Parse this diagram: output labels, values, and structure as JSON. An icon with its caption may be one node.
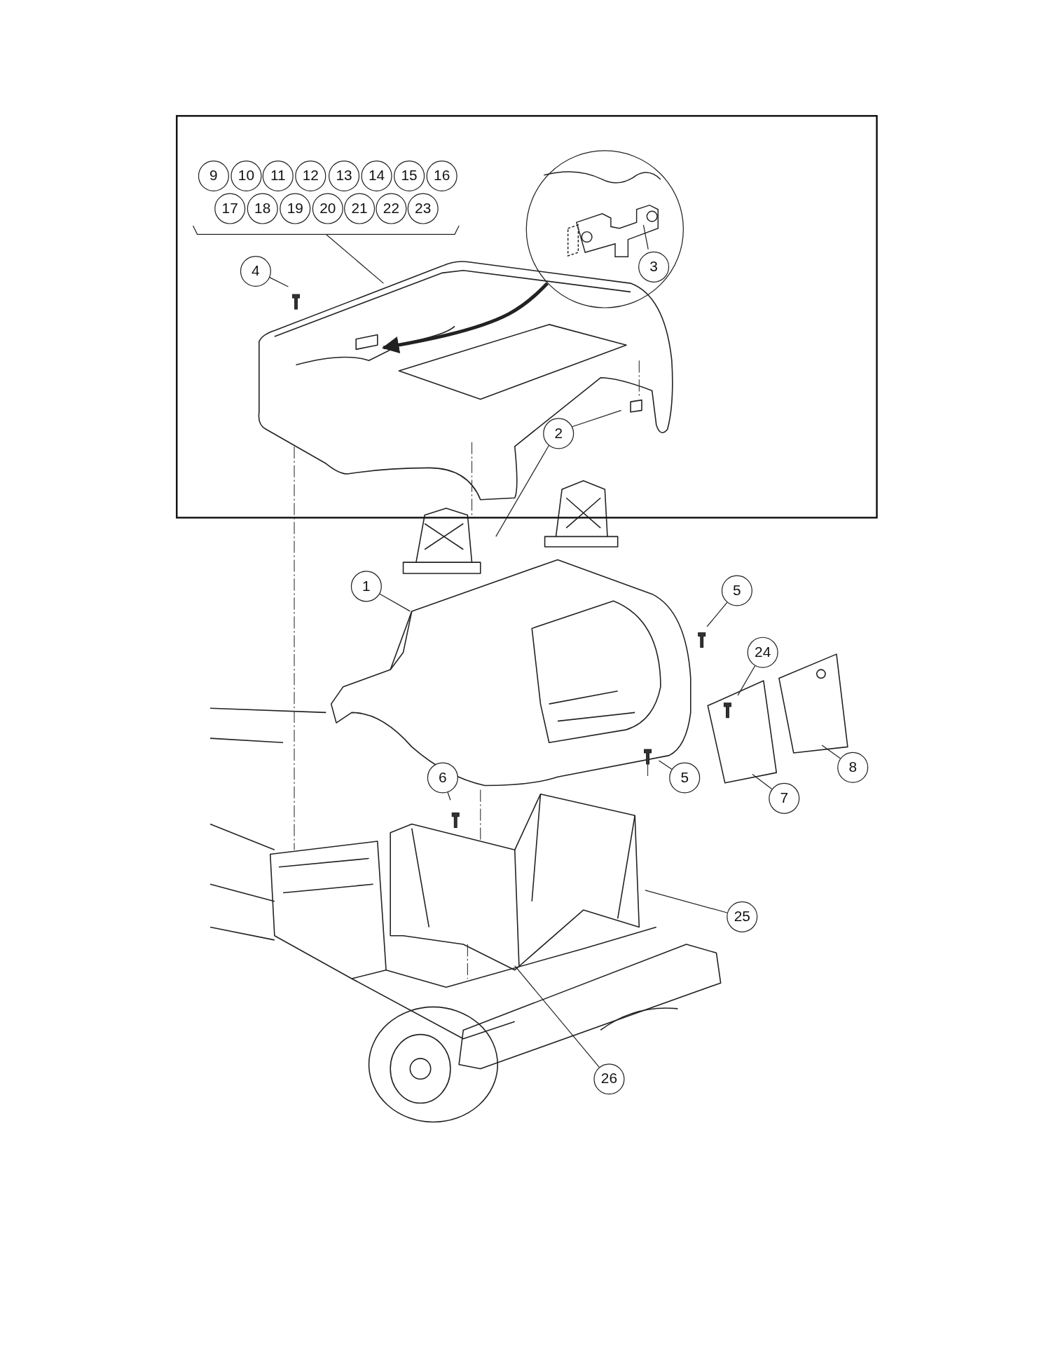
{
  "diagram": {
    "nodes": [
      {
        "text": [],
        "shape": "box"
      },
      {
        "text": [
          "9"
        ],
        "in": 0
      },
      {
        "text": [
          "10"
        ],
        "in": 0
      },
      {
        "text": [
          "11"
        ],
        "in": 0
      },
      {
        "text": [
          "12"
        ],
        "in": 0
      },
      {
        "text": [
          "13"
        ],
        "in": 0
      },
      {
        "text": [
          "14"
        ],
        "in": 0
      },
      {
        "text": [
          "15"
        ],
        "in": 0
      },
      {
        "text": [
          "16"
        ],
        "in": 0
      },
      {
        "text": [
          "17"
        ],
        "in": 0
      },
      {
        "text": [
          "18"
        ],
        "in": 0
      },
      {
        "text": [
          "19"
        ],
        "in": 0
      },
      {
        "text": [
          "20"
        ],
        "in": 0
      },
      {
        "text": [
          "21"
        ],
        "in": 0
      },
      {
        "text": [
          "22"
        ],
        "in": 0
      },
      {
        "text": [
          "23"
        ],
        "in": 0
      },
      {
        "text": [
          "4"
        ],
        "in": 0
      },
      {
        "text": [],
        "shape": "circle",
        "in": 0
      },
      {
        "text": [
          "3"
        ],
        "in": 17
      },
      {
        "text": [
          "2"
        ],
        "in": 0
      },
      {
        "text": [
          "1"
        ]
      },
      {
        "text": [
          "5"
        ]
      },
      {
        "text": [
          "24"
        ]
      },
      {
        "text": [
          "5"
        ]
      },
      {
        "text": [
          "6"
        ]
      },
      {
        "text": [
          "7"
        ]
      },
      {
        "text": [
          "8"
        ]
      },
      {
        "text": [
          "25"
        ]
      },
      {
        "text": [
          "26"
        ]
      }
    ],
    "edges": [
      {
        "from": 1,
        "to": null,
        "arrow": "none"
      },
      {
        "from": 2,
        "to": null,
        "arrow": "none"
      },
      {
        "from": 3,
        "to": null,
        "arrow": "none"
      },
      {
        "from": 4,
        "to": null,
        "arrow": "none"
      },
      {
        "from": 5,
        "to": null,
        "arrow": "none"
      },
      {
        "from": 6,
        "to": null,
        "arrow": "none"
      },
      {
        "from": 7,
        "to": null,
        "arrow": "none"
      },
      {
        "from": 8,
        "to": null,
        "arrow": "none"
      },
      {
        "from": 9,
        "to": null,
        "arrow": "none"
      },
      {
        "from": 10,
        "to": null,
        "arrow": "none"
      },
      {
        "from": 11,
        "to": null,
        "arrow": "none"
      },
      {
        "from": 12,
        "to": null,
        "arrow": "none"
      },
      {
        "from": 13,
        "to": null,
        "arrow": "none"
      },
      {
        "from": 14,
        "to": null,
        "arrow": "none"
      },
      {
        "from": 15,
        "to": null,
        "arrow": "none"
      },
      {
        "from": 16,
        "to": null,
        "arrow": "none"
      },
      {
        "from": 18,
        "to": null,
        "arrow": "none"
      },
      {
        "from": 19,
        "to": null,
        "arrow": "none"
      },
      {
        "from": 19,
        "to": null,
        "arrow": "none"
      },
      {
        "from": 17,
        "to": null,
        "arrow": "to",
        "style": "thick"
      },
      {
        "from": 20,
        "to": null,
        "arrow": "none"
      },
      {
        "from": 21,
        "to": null,
        "arrow": "none"
      },
      {
        "from": 22,
        "to": null,
        "arrow": "none"
      },
      {
        "from": 23,
        "to": null,
        "arrow": "none"
      },
      {
        "from": 24,
        "to": null,
        "arrow": "none"
      },
      {
        "from": 25,
        "to": null,
        "arrow": "none"
      },
      {
        "from": 26,
        "to": null,
        "arrow": "none"
      },
      {
        "from": 27,
        "to": null,
        "arrow": "none"
      },
      {
        "from": 28,
        "to": null,
        "arrow": "none"
      }
    ]
  }
}
